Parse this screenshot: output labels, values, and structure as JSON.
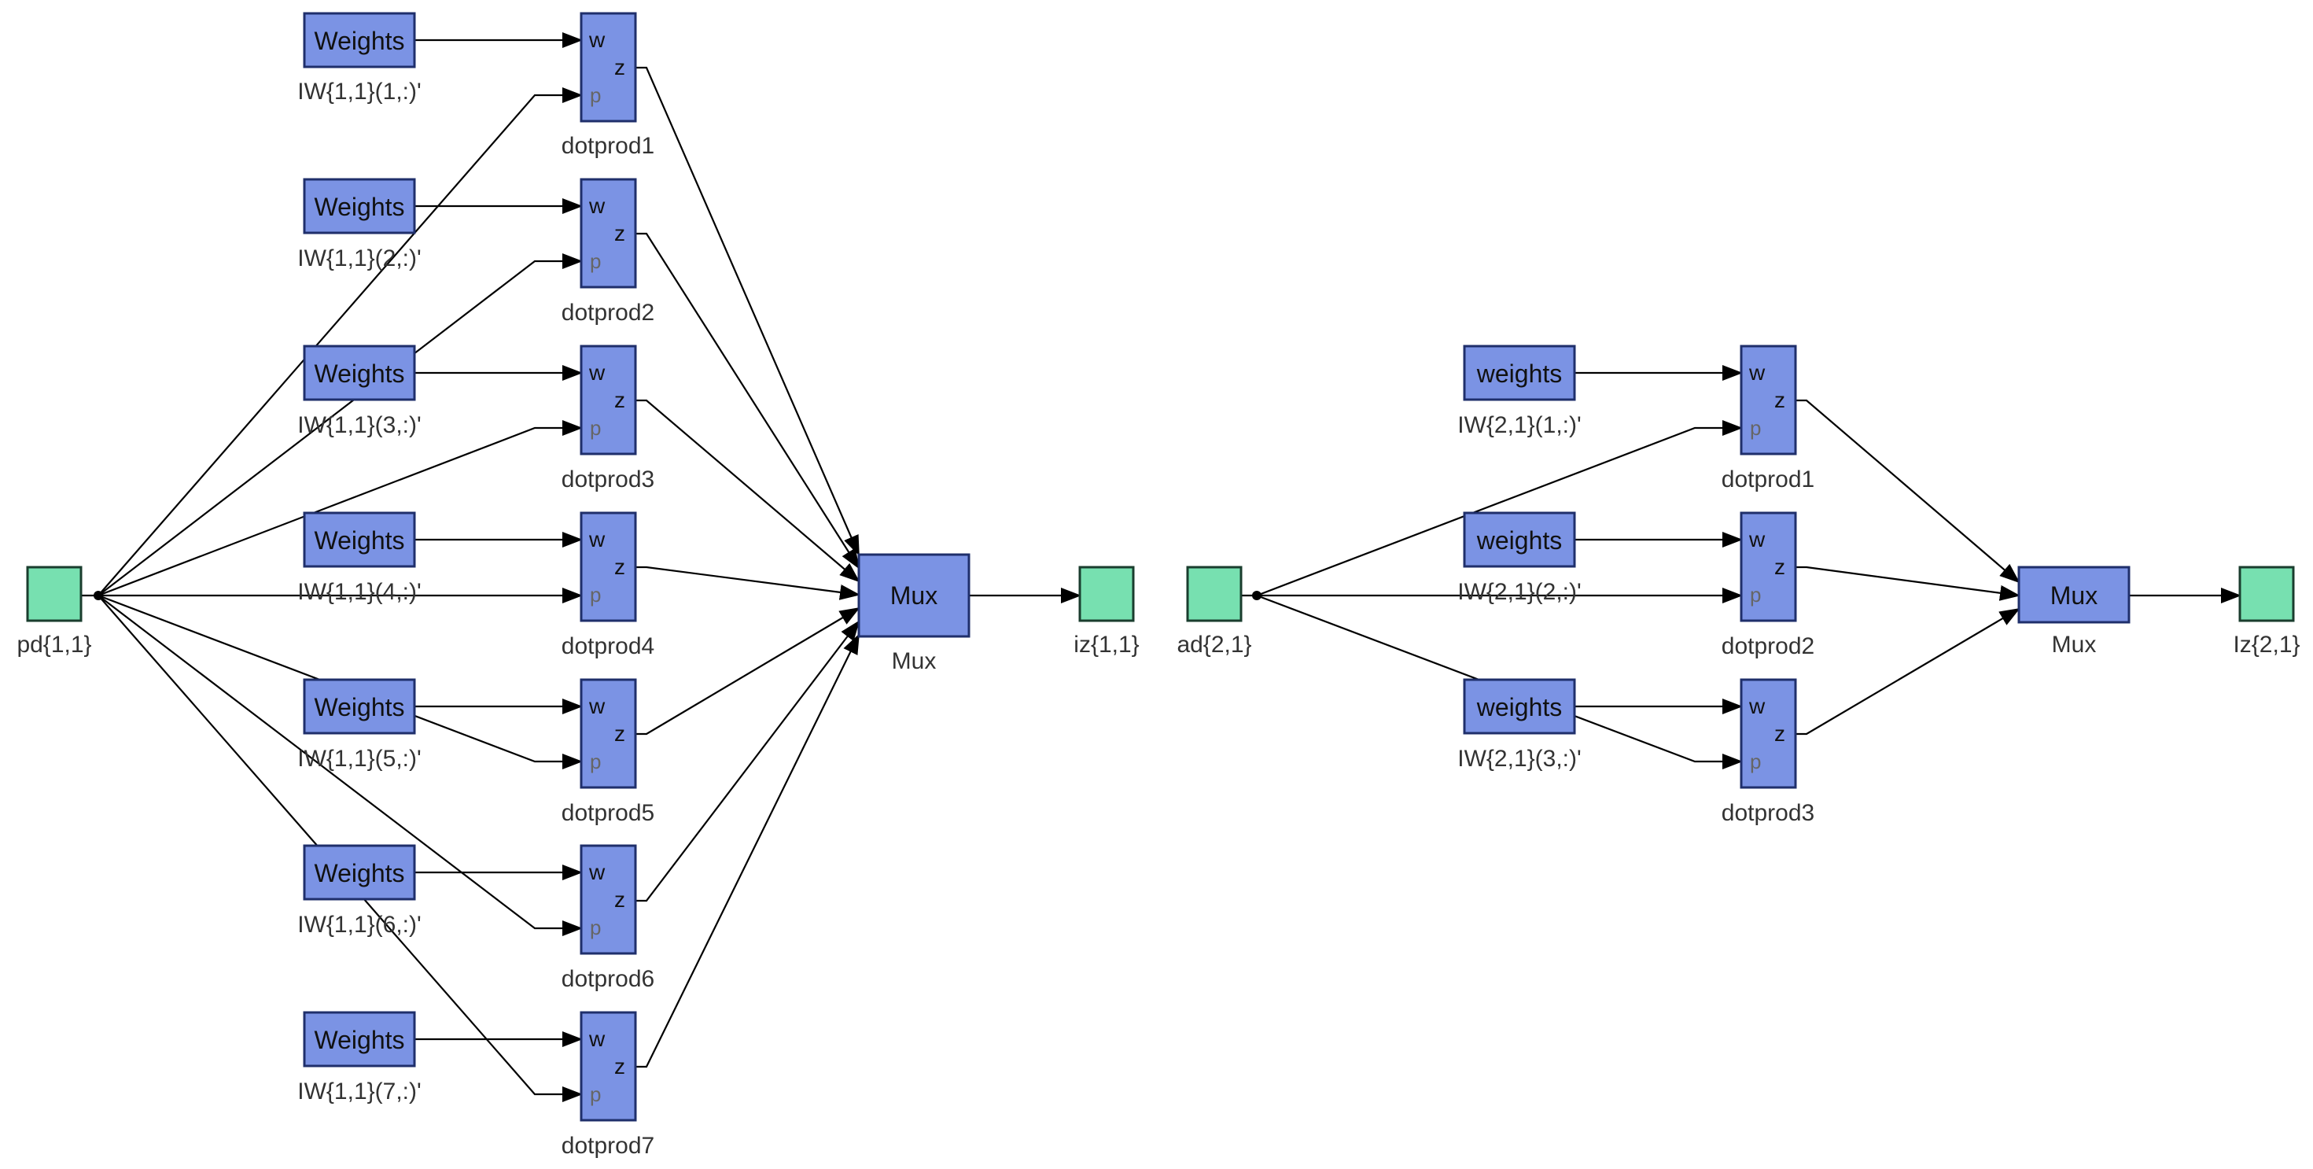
{
  "colors": {
    "block_fill": "#7b93e4",
    "block_stroke": "#1f2f6b",
    "port_fill": "#77e0b0",
    "port_stroke": "#1a3d2e",
    "wire": "#000000",
    "background": "#ffffff"
  },
  "layer1": {
    "input": {
      "label": "pd{1,1}"
    },
    "weights": [
      {
        "label": "Weights",
        "caption": "IW{1,1}(1,:)'"
      },
      {
        "label": "Weights",
        "caption": "IW{1,1}(2,:)'"
      },
      {
        "label": "Weights",
        "caption": "IW{1,1}(3,:)'"
      },
      {
        "label": "Weights",
        "caption": "IW{1,1}(4,:)'"
      },
      {
        "label": "Weights",
        "caption": "IW{1,1}(5,:)'"
      },
      {
        "label": "Weights",
        "caption": "IW{1,1}(6,:)'"
      },
      {
        "label": "Weights",
        "caption": "IW{1,1}(7,:)'"
      }
    ],
    "dotprods": [
      {
        "caption": "dotprod1",
        "port_w": "w",
        "port_z": "z",
        "port_p": "p"
      },
      {
        "caption": "dotprod2",
        "port_w": "w",
        "port_z": "z",
        "port_p": "p"
      },
      {
        "caption": "dotprod3",
        "port_w": "w",
        "port_z": "z",
        "port_p": "p"
      },
      {
        "caption": "dotprod4",
        "port_w": "w",
        "port_z": "z",
        "port_p": "p"
      },
      {
        "caption": "dotprod5",
        "port_w": "w",
        "port_z": "z",
        "port_p": "p"
      },
      {
        "caption": "dotprod6",
        "port_w": "w",
        "port_z": "z",
        "port_p": "p"
      },
      {
        "caption": "dotprod7",
        "port_w": "w",
        "port_z": "z",
        "port_p": "p"
      }
    ],
    "mux": {
      "label": "Mux",
      "caption": "Mux"
    },
    "output": {
      "label": "iz{1,1}"
    }
  },
  "layer2": {
    "input": {
      "label": "ad{2,1}"
    },
    "weights": [
      {
        "label": "weights",
        "caption": "IW{2,1}(1,:)'"
      },
      {
        "label": "weights",
        "caption": "IW{2,1}(2,:)'"
      },
      {
        "label": "weights",
        "caption": "IW{2,1}(3,:)'"
      }
    ],
    "dotprods": [
      {
        "caption": "dotprod1",
        "port_w": "w",
        "port_z": "z",
        "port_p": "p"
      },
      {
        "caption": "dotprod2",
        "port_w": "w",
        "port_z": "z",
        "port_p": "p"
      },
      {
        "caption": "dotprod3",
        "port_w": "w",
        "port_z": "z",
        "port_p": "p"
      }
    ],
    "mux": {
      "label": "Mux",
      "caption": "Mux"
    },
    "output": {
      "label": "Iz{2,1}"
    }
  }
}
